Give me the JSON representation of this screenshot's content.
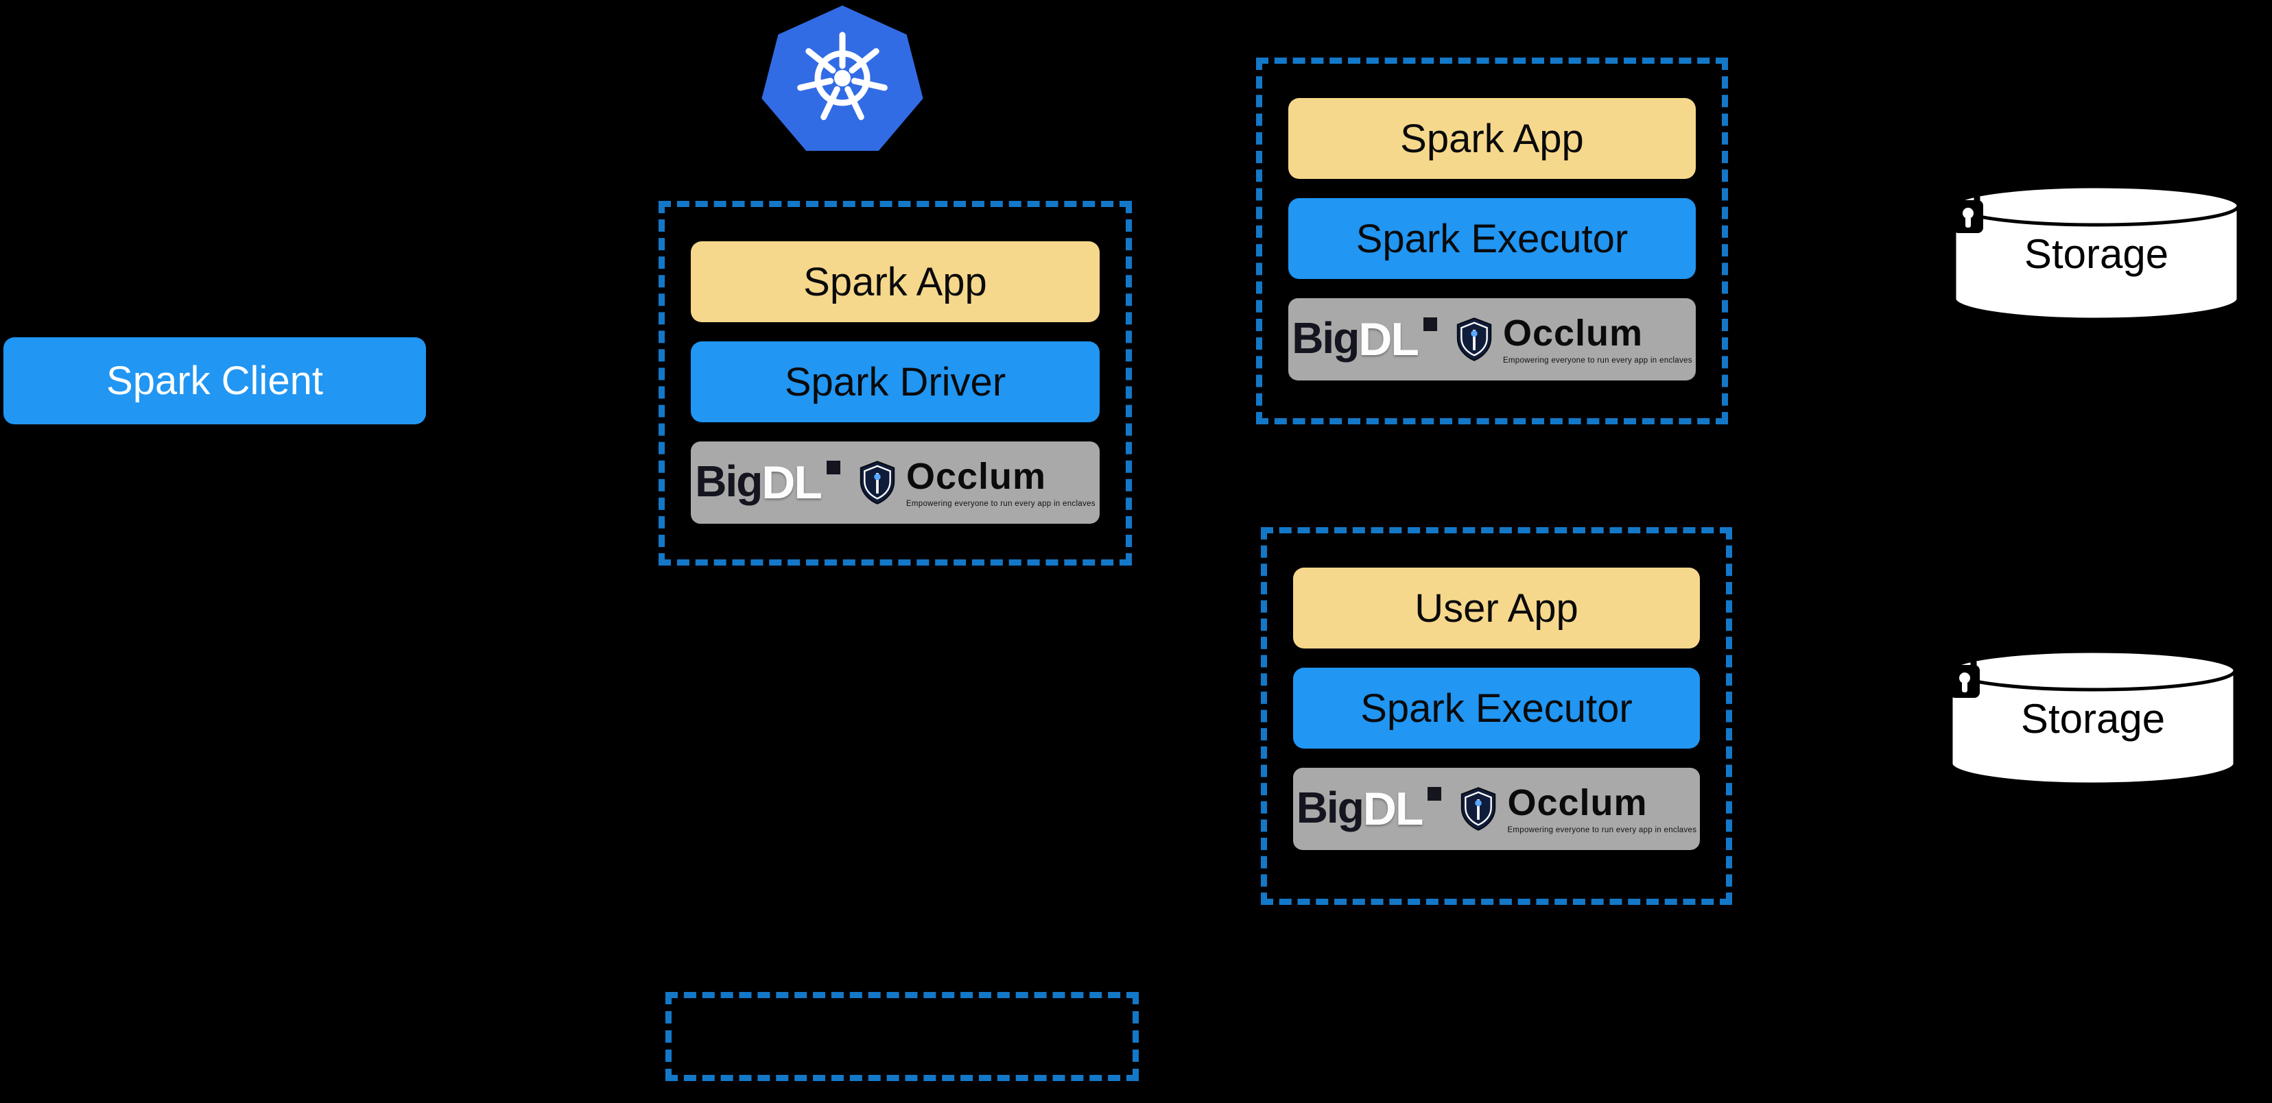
{
  "colors": {
    "bg": "#000000",
    "accent_blue": "#2196f3",
    "k8s_blue": "#326ce5",
    "app_yellow": "#f6d88c",
    "dashed_border": "#1478c8",
    "logo_gray": "#a9a9a9"
  },
  "icons": {
    "kubernetes": "ship-wheel",
    "storage": "database-cylinder",
    "lock": "padlock",
    "occlum": "shield"
  },
  "nodes": {
    "spark_client": {
      "label": "Spark Client"
    },
    "driver_pod": {
      "app_label": "Spark App",
      "role_label": "Spark Driver"
    },
    "executor_pod_top": {
      "app_label": "Spark App",
      "role_label": "Spark Executor"
    },
    "executor_pod_bottom": {
      "app_label": "User App",
      "role_label": "Spark Executor"
    },
    "storage_top": {
      "label": "Storage"
    },
    "storage_bottom": {
      "label": "Storage"
    }
  },
  "logos": {
    "bigdl": {
      "big": "Big",
      "dl": "DL"
    },
    "occlum": {
      "name": "Occlum",
      "tagline": "Empowering everyone to run every app in enclaves"
    }
  }
}
